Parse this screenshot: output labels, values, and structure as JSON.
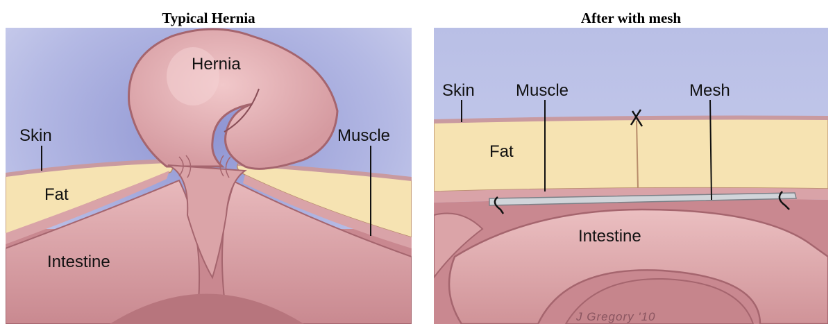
{
  "left_panel": {
    "title": "Typical Hernia",
    "labels": {
      "hernia": "Hernia",
      "skin": "Skin",
      "muscle": "Muscle",
      "fat": "Fat",
      "intestine": "Intestine"
    }
  },
  "right_panel": {
    "title": "After with mesh",
    "labels": {
      "skin": "Skin",
      "muscle": "Muscle",
      "mesh": "Mesh",
      "fat": "Fat",
      "intestine": "Intestine"
    },
    "signature": "J Gregory '10"
  },
  "colors": {
    "sky": "#bcc3e6",
    "tissue_pink": "#e3aeb2",
    "tissue_dark": "#b3727c",
    "fat_yellow": "#f6e3b2",
    "skin_line": "#c99aa0",
    "mesh_gray": "#c8ccd2"
  }
}
